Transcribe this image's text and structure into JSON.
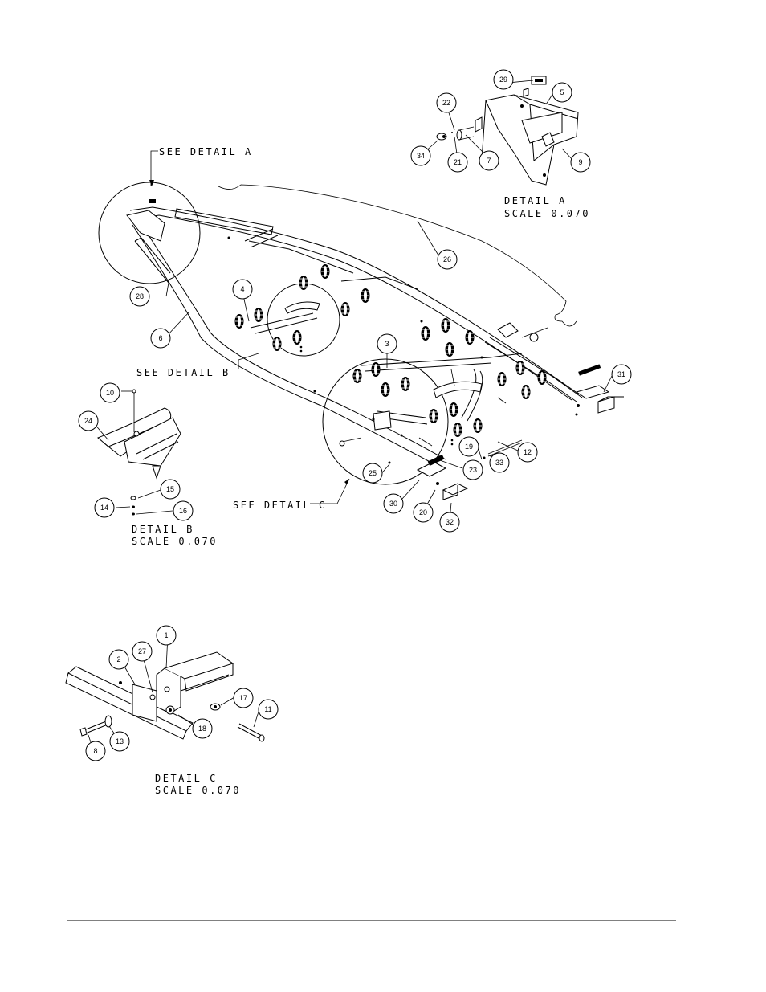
{
  "callouts": [
    {
      "id": "c29",
      "label": "29"
    },
    {
      "id": "c5",
      "label": "5"
    },
    {
      "id": "c22",
      "label": "22"
    },
    {
      "id": "c34",
      "label": "34"
    },
    {
      "id": "c21",
      "label": "21"
    },
    {
      "id": "c7",
      "label": "7"
    },
    {
      "id": "c9",
      "label": "9"
    },
    {
      "id": "c26",
      "label": "26"
    },
    {
      "id": "c28",
      "label": "28"
    },
    {
      "id": "c4",
      "label": "4"
    },
    {
      "id": "c6",
      "label": "6"
    },
    {
      "id": "c3",
      "label": "3"
    },
    {
      "id": "c31",
      "label": "31"
    },
    {
      "id": "c10",
      "label": "10"
    },
    {
      "id": "c24",
      "label": "24"
    },
    {
      "id": "c15",
      "label": "15"
    },
    {
      "id": "c14",
      "label": "14"
    },
    {
      "id": "c16",
      "label": "16"
    },
    {
      "id": "c25",
      "label": "25"
    },
    {
      "id": "c23",
      "label": "23"
    },
    {
      "id": "c19",
      "label": "19"
    },
    {
      "id": "c33",
      "label": "33"
    },
    {
      "id": "c12",
      "label": "12"
    },
    {
      "id": "c30",
      "label": "30"
    },
    {
      "id": "c20",
      "label": "20"
    },
    {
      "id": "c32",
      "label": "32"
    },
    {
      "id": "c1",
      "label": "1"
    },
    {
      "id": "c2",
      "label": "2"
    },
    {
      "id": "c27",
      "label": "27"
    },
    {
      "id": "c17",
      "label": "17"
    },
    {
      "id": "c11",
      "label": "11"
    },
    {
      "id": "c18",
      "label": "18"
    },
    {
      "id": "c8",
      "label": "8"
    },
    {
      "id": "c13",
      "label": "13"
    }
  ],
  "labels": {
    "see_detail_a": "SEE DETAIL  A",
    "see_detail_b": "SEE DETAIL  B",
    "see_detail_c": "SEE DETAIL  C",
    "detail_a": "DETAIL  A",
    "detail_a_scale": "SCALE  0.070",
    "detail_b": "DETAIL  B",
    "detail_b_scale": "SCALE  0.070",
    "detail_c": "DETAIL  C",
    "detail_c_scale": "SCALE  0.070"
  }
}
